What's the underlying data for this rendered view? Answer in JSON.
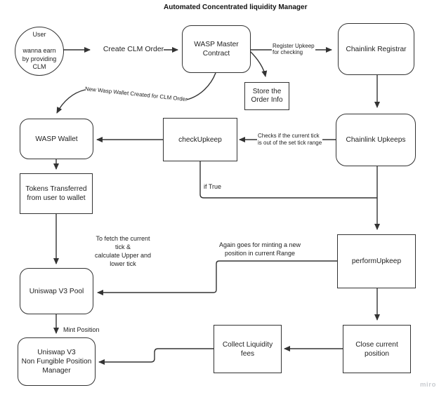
{
  "title": "Automated Concentrated liquidity Manager",
  "watermark": "miro",
  "colors": {
    "stroke": "#333333",
    "text": "#222222",
    "box_bg": "#ffffff",
    "watermark": "#c9ccd1"
  },
  "nodes": {
    "user": "User\n\nwanna earn\nby providing\nCLM",
    "wasp_master": "WASP Master\nContract",
    "chainlink_registrar": "Chainlink Registrar",
    "store_order": "Store the\nOrder Info",
    "wasp_wallet": "WASP Wallet",
    "check_upkeep": "checkUpkeep",
    "chainlink_upkeeps": "Chainlink Upkeeps",
    "tokens_transferred": "Tokens Transferred\nfrom user to wallet",
    "uniswap_pool": "Uniswap V3 Pool",
    "perform_upkeep": "performUpkeep",
    "nfpm": "Uniswap V3\nNon Fungible Position\nManager",
    "collect_fees": "Collect Liquidity\nfees",
    "close_position": "Close current\nposition"
  },
  "labels": {
    "create_clm_order": "Create CLM Order",
    "register_upkeep": "Register Upkeep\nfor checking",
    "new_wasp_wallet": "New Wasp Wallet Created for CLM Order",
    "checks_tick": "Checks if the current tick\nis out of the set tick range",
    "if_true": "if True",
    "fetch_tick": "To fetch the current\ntick &\ncalculate Upper and\nlower tick",
    "again_minting": "Again goes for minting a new\nposition in current Range",
    "mint_position": "Mint Position"
  }
}
